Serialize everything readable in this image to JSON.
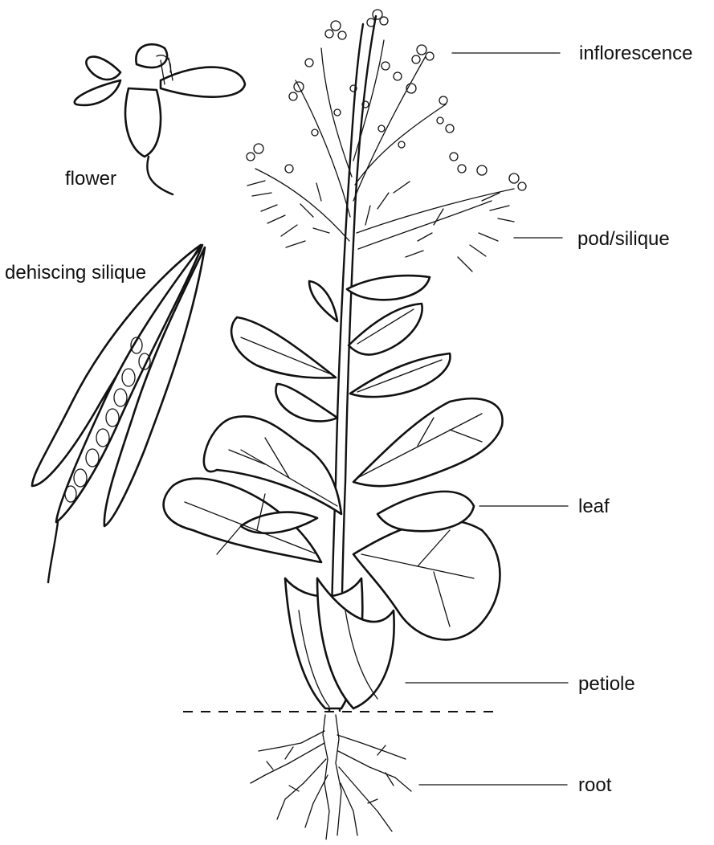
{
  "labels": {
    "inflorescence": "inflorescence",
    "pod_silique": "pod/silique",
    "leaf": "leaf",
    "petiole": "petiole",
    "root": "root",
    "flower": "flower",
    "dehiscing_silique": "dehiscing silique"
  },
  "colors": {
    "ink": "#111111",
    "background": "#ffffff"
  }
}
